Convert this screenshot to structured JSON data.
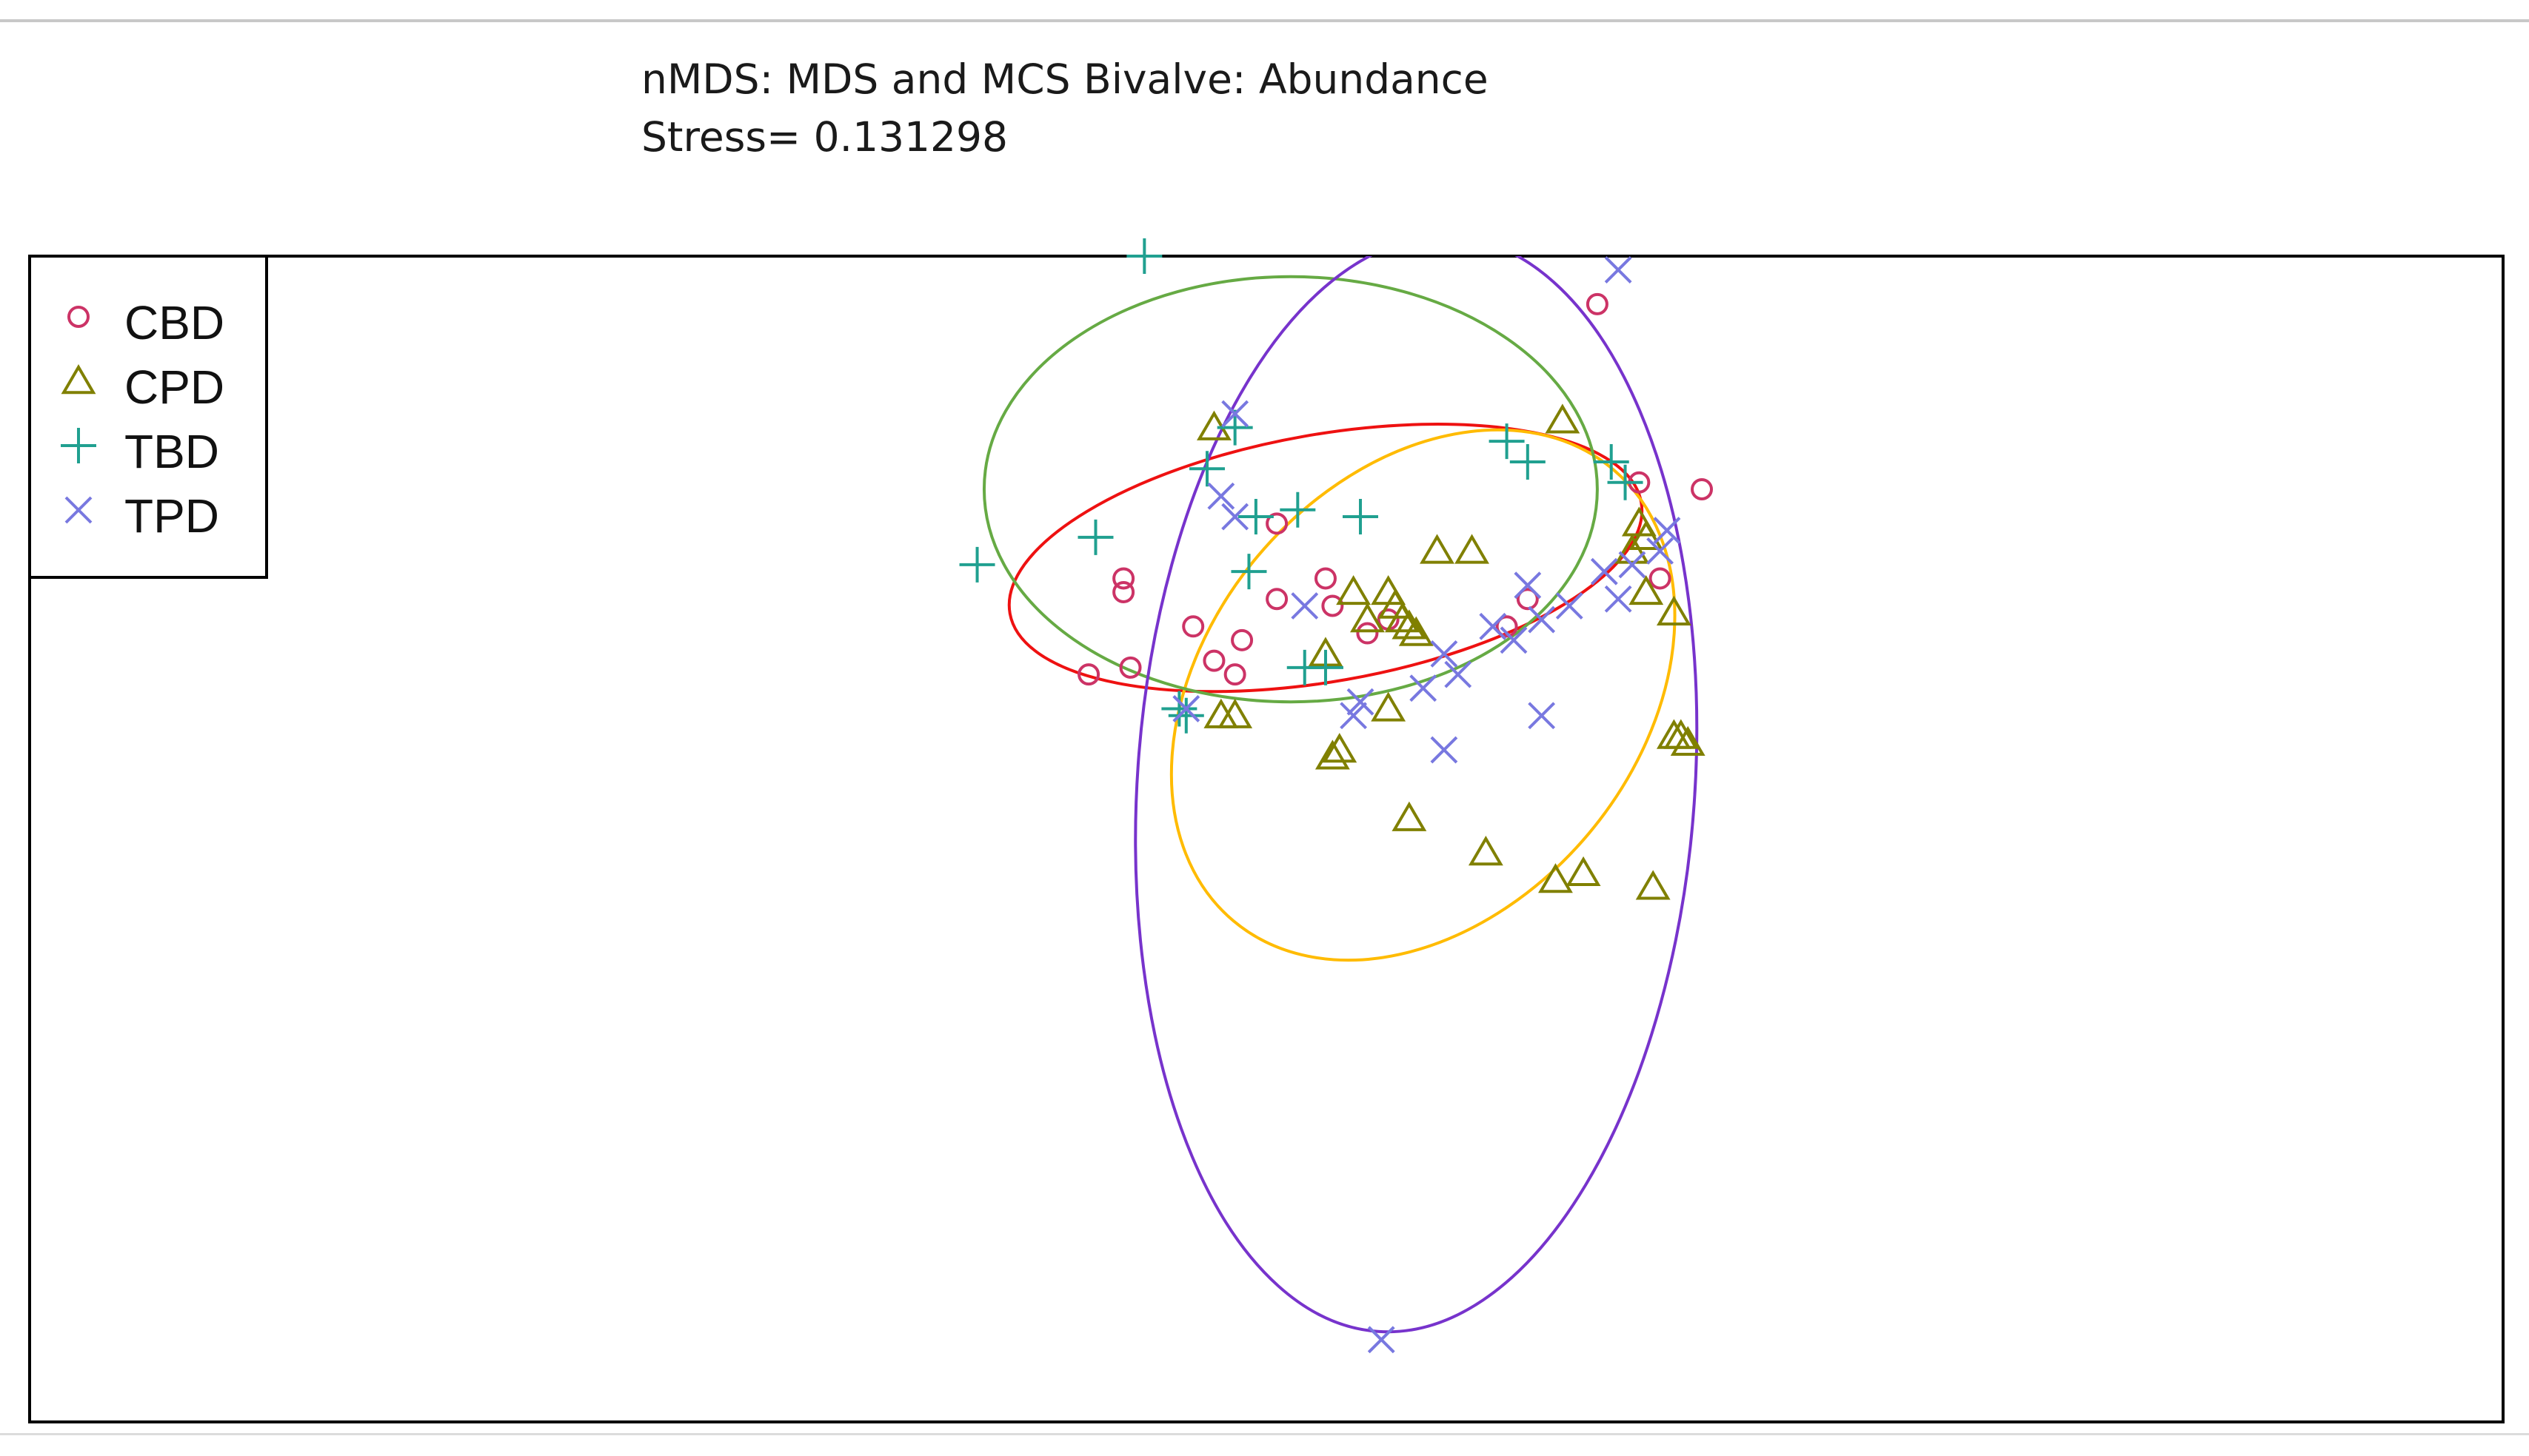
{
  "chart_data": {
    "type": "scatter",
    "title": "nMDS: MDS and MCS Bivalve: Abundance",
    "subtitle": "Stress= 0.131298",
    "xlim": [
      -1.95,
      1.6
    ],
    "ylim": [
      -1.15,
      0.55
    ],
    "grid": false,
    "legend": "top-left",
    "series": [
      {
        "name": "CBD",
        "marker": "circle",
        "color": "#cc3366",
        "points": [
          [
            0.3,
            0.48
          ],
          [
            -0.16,
            0.16
          ],
          [
            0.36,
            0.22
          ],
          [
            0.45,
            0.21
          ],
          [
            -0.38,
            0.08
          ],
          [
            -0.38,
            0.06
          ],
          [
            -0.09,
            0.08
          ],
          [
            -0.16,
            0.05
          ],
          [
            -0.28,
            0.01
          ],
          [
            -0.21,
            -0.01
          ],
          [
            -0.25,
            -0.04
          ],
          [
            -0.22,
            -0.06
          ],
          [
            -0.43,
            -0.06
          ],
          [
            -0.37,
            -0.05
          ],
          [
            -0.08,
            0.04
          ],
          [
            0.0,
            0.02
          ],
          [
            -0.03,
            0.0
          ],
          [
            0.17,
            0.01
          ],
          [
            0.2,
            0.05
          ],
          [
            0.39,
            0.08
          ]
        ]
      },
      {
        "name": "CPD",
        "marker": "triangle",
        "color": "#808000",
        "points": [
          [
            -0.25,
            0.3
          ],
          [
            0.25,
            0.31
          ],
          [
            0.36,
            0.16
          ],
          [
            0.37,
            0.14
          ],
          [
            0.35,
            0.12
          ],
          [
            0.07,
            0.12
          ],
          [
            0.12,
            0.12
          ],
          [
            -0.05,
            0.06
          ],
          [
            0.0,
            0.06
          ],
          [
            0.01,
            0.04
          ],
          [
            0.02,
            0.02
          ],
          [
            0.03,
            0.01
          ],
          [
            -0.03,
            0.02
          ],
          [
            0.04,
            0.0
          ],
          [
            0.37,
            0.06
          ],
          [
            0.41,
            0.03
          ],
          [
            -0.09,
            -0.03
          ],
          [
            -0.24,
            -0.12
          ],
          [
            -0.22,
            -0.12
          ],
          [
            0.0,
            -0.11
          ],
          [
            0.41,
            -0.15
          ],
          [
            0.42,
            -0.15
          ],
          [
            0.43,
            -0.16
          ],
          [
            -0.07,
            -0.17
          ],
          [
            -0.08,
            -0.18
          ],
          [
            0.03,
            -0.27
          ],
          [
            0.14,
            -0.32
          ],
          [
            0.24,
            -0.36
          ],
          [
            0.28,
            -0.35
          ],
          [
            0.38,
            -0.37
          ]
        ]
      },
      {
        "name": "TBD",
        "marker": "plus",
        "color": "#20a090",
        "points": [
          [
            -0.35,
            0.55
          ],
          [
            0.17,
            0.28
          ],
          [
            -0.26,
            0.24
          ],
          [
            0.2,
            0.25
          ],
          [
            0.34,
            0.22
          ],
          [
            0.32,
            0.25
          ],
          [
            -0.19,
            0.17
          ],
          [
            -0.13,
            0.18
          ],
          [
            -0.04,
            0.17
          ],
          [
            -0.42,
            0.14
          ],
          [
            -0.59,
            0.1
          ],
          [
            -0.2,
            0.09
          ],
          [
            -0.09,
            -0.05
          ],
          [
            -0.12,
            -0.05
          ],
          [
            -0.3,
            -0.11
          ],
          [
            -0.29,
            -0.12
          ],
          [
            -0.22,
            0.3
          ]
        ]
      },
      {
        "name": "TPD",
        "marker": "cross",
        "color": "#7878e0",
        "points": [
          [
            0.33,
            0.53
          ],
          [
            -0.22,
            0.32
          ],
          [
            -0.24,
            0.2
          ],
          [
            -0.22,
            0.17
          ],
          [
            0.4,
            0.15
          ],
          [
            0.39,
            0.12
          ],
          [
            0.35,
            0.1
          ],
          [
            0.31,
            0.09
          ],
          [
            0.2,
            0.07
          ],
          [
            0.26,
            0.04
          ],
          [
            0.33,
            0.05
          ],
          [
            0.22,
            0.02
          ],
          [
            0.15,
            0.01
          ],
          [
            0.18,
            -0.01
          ],
          [
            0.08,
            -0.03
          ],
          [
            0.1,
            -0.06
          ],
          [
            0.05,
            -0.08
          ],
          [
            -0.04,
            -0.1
          ],
          [
            -0.05,
            -0.12
          ],
          [
            0.22,
            -0.12
          ],
          [
            0.08,
            -0.17
          ],
          [
            -0.29,
            -0.11
          ],
          [
            -0.12,
            0.04
          ],
          [
            -0.01,
            -1.03
          ]
        ]
      }
    ],
    "ellipses": [
      {
        "group": "CBD",
        "color": "#ee1111",
        "center": [
          -0.09,
          0.11
        ],
        "rx": 0.46,
        "ry": 0.18,
        "angle_deg": -10
      },
      {
        "group": "CPD",
        "color": "#ffbb00",
        "center": [
          0.05,
          -0.09
        ],
        "rx": 0.31,
        "ry": 0.43,
        "angle_deg": 40
      },
      {
        "group": "TBD",
        "color": "#66aa44",
        "center": [
          -0.14,
          0.21
        ],
        "rx": 0.44,
        "ry": 0.31,
        "angle_deg": 0
      },
      {
        "group": "TPD",
        "color": "#7733cc",
        "center": [
          0.04,
          -0.22
        ],
        "rx": 0.4,
        "ry": 0.8,
        "angle_deg": 4
      }
    ]
  }
}
